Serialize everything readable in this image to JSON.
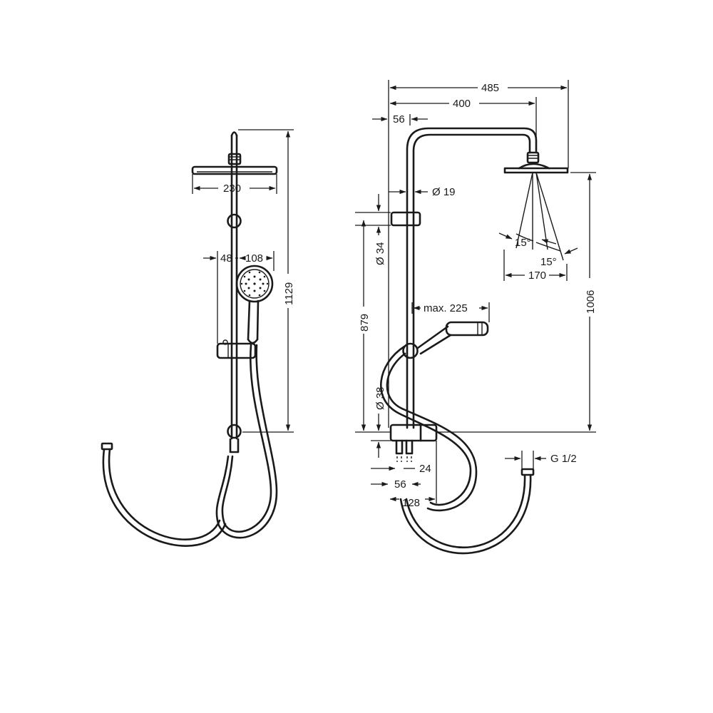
{
  "front_view": {
    "labels": {
      "head_width": "230",
      "hand_offset": "48",
      "hand_diameter": "108",
      "total_height": "1129"
    }
  },
  "side_view": {
    "labels": {
      "overall_reach": "485",
      "arm_reach": "400",
      "wall_distance": "56",
      "rail_diameter": "Ø 19",
      "holder_diameter": "Ø 34",
      "holder_height": "879",
      "hand_reach": "max. 225",
      "head_height": "1006",
      "valve_diameter": "Ø 38",
      "angle_left": "15°",
      "angle_right": "15°",
      "spray_width": "170",
      "thread": "G 1/2",
      "inlet_spacing": "24",
      "inlet_offset": "56",
      "valve_width": "128"
    }
  }
}
